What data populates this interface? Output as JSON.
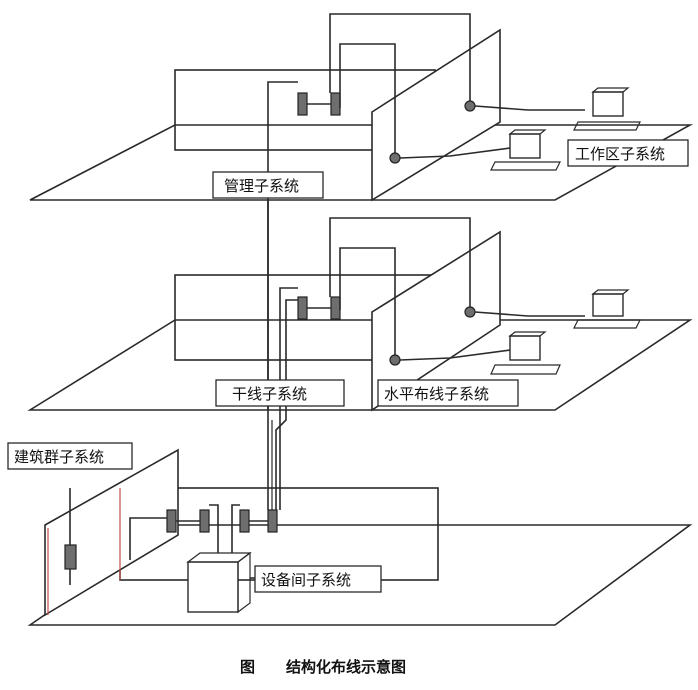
{
  "labels": {
    "management": "管理子系统",
    "work_area": "工作区子系统",
    "backbone": "干线子系统",
    "horizontal": "水平布线子系统",
    "campus": "建筑群子系统",
    "equipment_room": "设备间子系统"
  },
  "caption": {
    "prefix": "图",
    "title": "结构化布线示意图"
  }
}
